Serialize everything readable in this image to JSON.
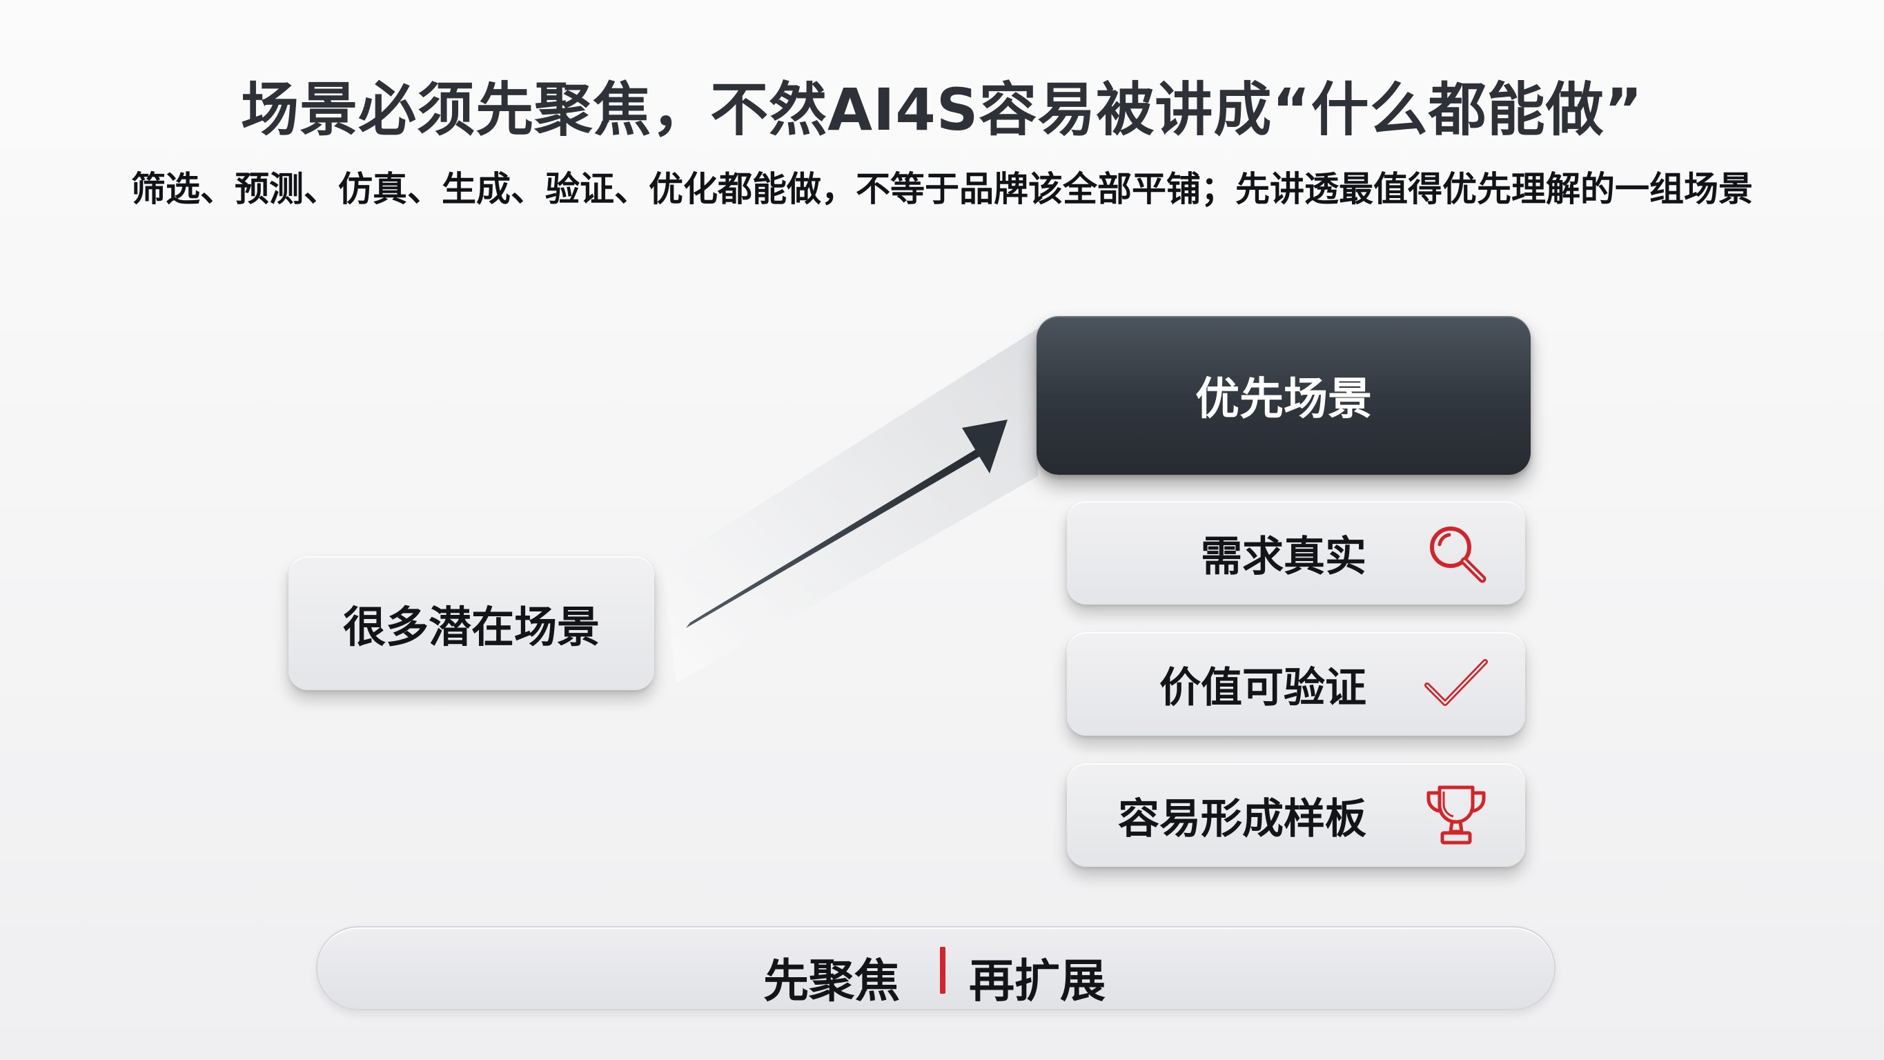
{
  "title": "场景必须先聚焦，不然AI4S容易被讲成“什么都能做”",
  "subtitle": "筛选、预测、仿真、生成、验证、优化都能做，不等于品牌该全部平铺；先讲透最值得优先理解的一组场景",
  "diagram": {
    "source_label": "很多潜在场景",
    "focus_label": "优先场景",
    "criteria": [
      {
        "label": "需求真实",
        "icon": "magnifier-icon"
      },
      {
        "label": "价值可验证",
        "icon": "checkmark-icon"
      },
      {
        "label": "容易形成样板",
        "icon": "trophy-icon"
      }
    ],
    "bottom": {
      "left": "先聚焦",
      "right": "再扩展"
    }
  },
  "colors": {
    "accent": "#d0262b",
    "focus_box": "#30363d",
    "card": "#e8e9ec",
    "arrow": "#2e3540"
  }
}
